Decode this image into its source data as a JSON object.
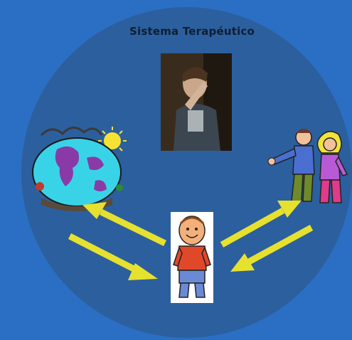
{
  "diagram": {
    "title": "Sistema Terapéutico",
    "background_color": "#2b6fc4",
    "circle_color": "#2c5f9e",
    "arrow_color": "#e6e12e",
    "nodes": [
      {
        "id": "therapist",
        "icon": "therapist-photo"
      },
      {
        "id": "environment",
        "icon": "globe-icon"
      },
      {
        "id": "family",
        "icon": "family-icon"
      },
      {
        "id": "child",
        "icon": "child-icon"
      }
    ],
    "edges": [
      {
        "from": "child",
        "to": "environment"
      },
      {
        "from": "environment",
        "to": "child"
      },
      {
        "from": "child",
        "to": "family"
      },
      {
        "from": "family",
        "to": "child"
      }
    ]
  }
}
